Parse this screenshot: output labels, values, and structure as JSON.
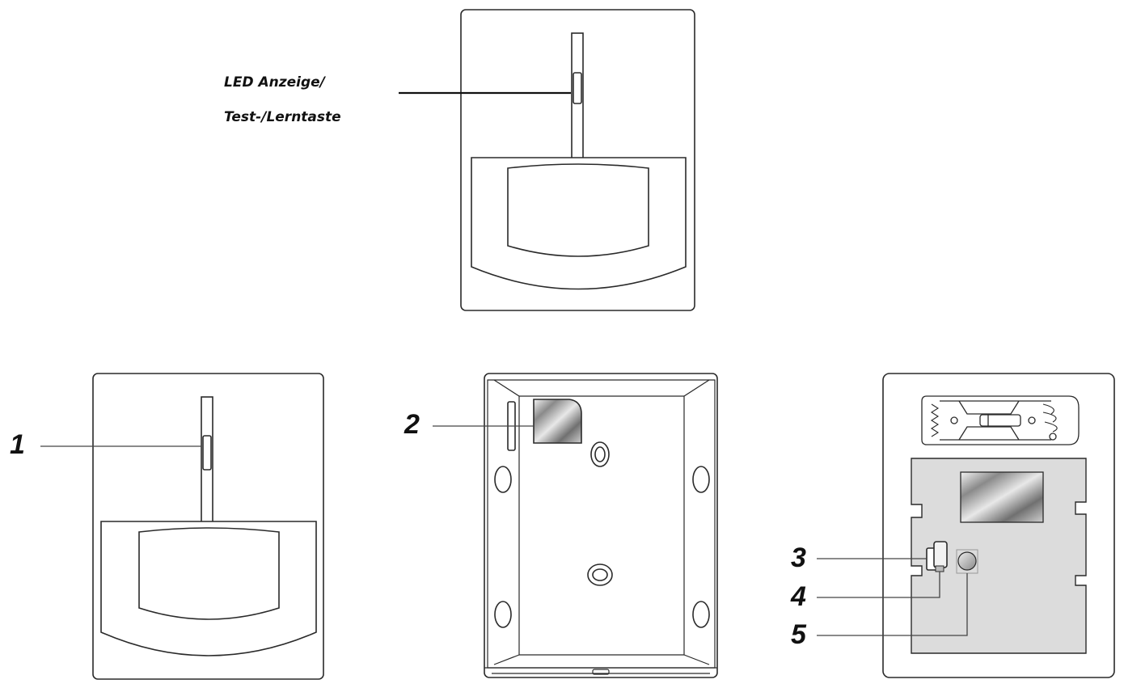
{
  "labels": {
    "led_line1": "LED Anzeige/",
    "led_line2": "Test-/Lerntaste",
    "n1": "1",
    "n2": "2",
    "n3": "3",
    "n4": "4",
    "n5": "5"
  },
  "colors": {
    "stroke": "#2a2a2a",
    "board_fill": "#dcdcdc",
    "background": "#ffffff"
  }
}
